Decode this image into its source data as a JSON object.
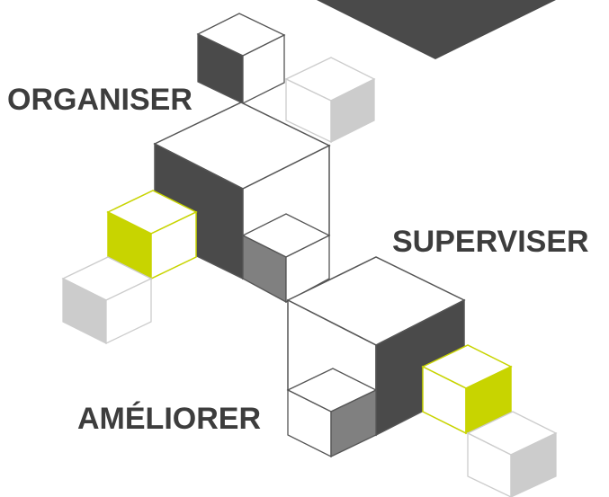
{
  "labels": {
    "organiser": "ORGANISER",
    "superviser": "SUPERVISER",
    "ameliorer": "AMÉLIORER"
  },
  "colors": {
    "dark": "#4a4a4a",
    "mid": "#808080",
    "light": "#cccccc",
    "accent": "#c8d400",
    "outline": "#555555",
    "white": "#ffffff",
    "text": "#3d3d3d"
  }
}
